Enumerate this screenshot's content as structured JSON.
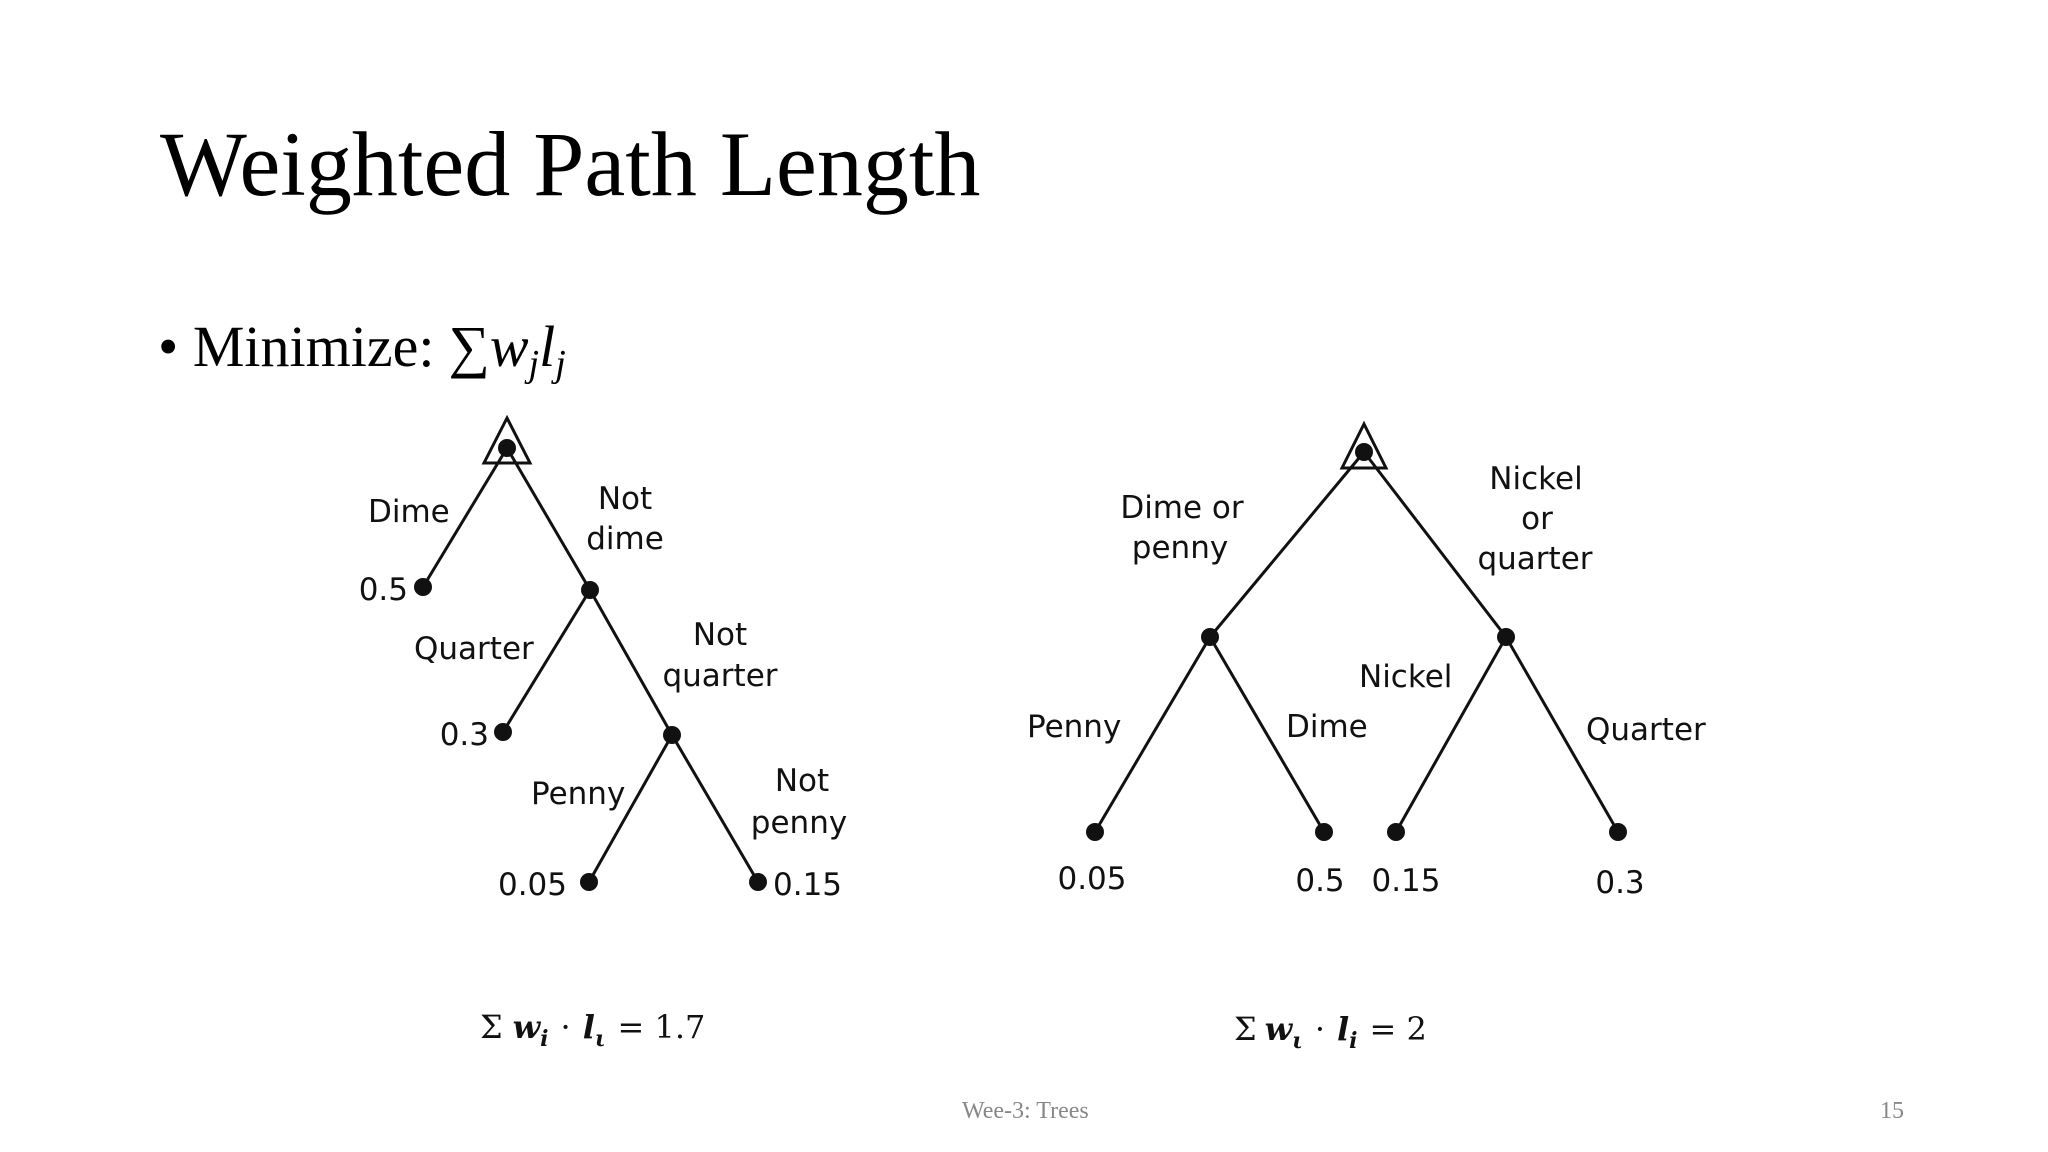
{
  "slide": {
    "title": "Weighted Path Length",
    "bullet": {
      "marker": "•",
      "text": "Minimize:",
      "formula": {
        "sum": "∑",
        "w": "w",
        "w_sub": "j",
        "l": "l",
        "l_sub": "j"
      }
    },
    "footer": {
      "center": "Wee-3: Trees",
      "page": "15"
    }
  },
  "tree_left": {
    "edges": {
      "dime": "Dime",
      "not_dime_1": "Not",
      "not_dime_2": "dime",
      "quarter": "Quarter",
      "not_quarter_1": "Not",
      "not_quarter_2": "quarter",
      "penny": "Penny",
      "not_penny_1": "Not",
      "not_penny_2": "penny"
    },
    "leaves": {
      "dime": "0.5",
      "quarter": "0.3",
      "penny": "0.05",
      "nickel": "0.15"
    },
    "formula": {
      "sigma": "Σ",
      "w": "w",
      "w_sub": "i",
      "dot": "·",
      "l": "l",
      "l_sub": "ι",
      "equals": "= 1.7"
    }
  },
  "tree_right": {
    "edges": {
      "dime_or_penny_1": "Dime or",
      "dime_or_penny_2": "penny",
      "nickel_or_quarter_1": "Nickel",
      "nickel_or_quarter_2": "or",
      "nickel_or_quarter_3": "quarter",
      "penny": "Penny",
      "dime": "Dime",
      "nickel": "Nickel",
      "quarter": "Quarter"
    },
    "leaves": {
      "penny": "0.05",
      "dime": "0.5",
      "nickel": "0.15",
      "quarter": "0.3"
    },
    "formula": {
      "sigma": "Σ",
      "w": "w",
      "w_sub": "ι",
      "dot": "·",
      "l": "l",
      "l_sub": "i",
      "equals": "= 2"
    }
  }
}
